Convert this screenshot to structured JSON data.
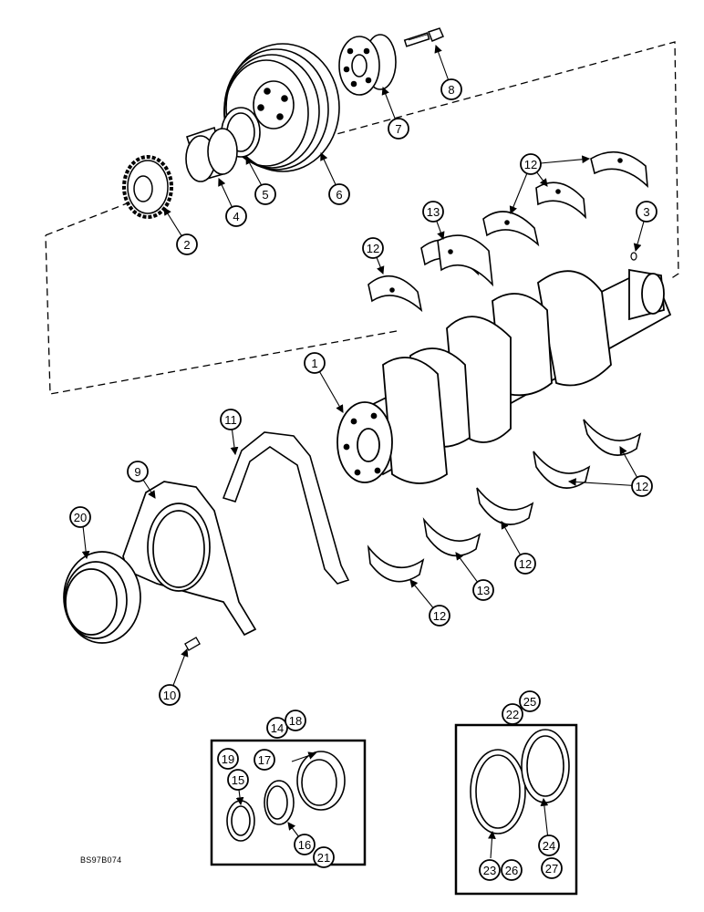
{
  "figure_ref": "BS97B074",
  "callouts": [
    {
      "id": "c1",
      "label": "1"
    },
    {
      "id": "c2",
      "label": "2"
    },
    {
      "id": "c3",
      "label": "3"
    },
    {
      "id": "c4",
      "label": "4"
    },
    {
      "id": "c5",
      "label": "5"
    },
    {
      "id": "c6",
      "label": "6"
    },
    {
      "id": "c7",
      "label": "7"
    },
    {
      "id": "c8",
      "label": "8"
    },
    {
      "id": "c9",
      "label": "9"
    },
    {
      "id": "c10",
      "label": "10"
    },
    {
      "id": "c11",
      "label": "11"
    },
    {
      "id": "c12a",
      "label": "12"
    },
    {
      "id": "c12b",
      "label": "12"
    },
    {
      "id": "c12c",
      "label": "12"
    },
    {
      "id": "c12d",
      "label": "12"
    },
    {
      "id": "c12e",
      "label": "12"
    },
    {
      "id": "c13a",
      "label": "13"
    },
    {
      "id": "c13b",
      "label": "13"
    },
    {
      "id": "c14",
      "label": "14"
    },
    {
      "id": "c15",
      "label": "15"
    },
    {
      "id": "c16",
      "label": "16"
    },
    {
      "id": "c17",
      "label": "17"
    },
    {
      "id": "c18",
      "label": "18"
    },
    {
      "id": "c19",
      "label": "19"
    },
    {
      "id": "c20",
      "label": "20"
    },
    {
      "id": "c21",
      "label": "21"
    },
    {
      "id": "c22",
      "label": "22"
    },
    {
      "id": "c23",
      "label": "23"
    },
    {
      "id": "c24",
      "label": "24"
    },
    {
      "id": "c25",
      "label": "25"
    },
    {
      "id": "c26",
      "label": "26"
    },
    {
      "id": "c27",
      "label": "27"
    }
  ]
}
